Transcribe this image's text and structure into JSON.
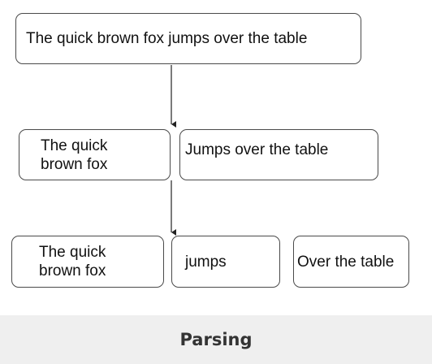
{
  "diagram": {
    "root": {
      "text": "The quick brown fox jumps over the table"
    },
    "level1": [
      {
        "text": "The quick brown fox",
        "lines": [
          "The quick",
          "brown fox"
        ]
      },
      {
        "text": "Jumps over the table"
      }
    ],
    "level2": [
      {
        "text": "The quick brown fox",
        "lines": [
          "The quick",
          "brown fox"
        ]
      },
      {
        "text": "jumps"
      },
      {
        "text": "Over the table"
      }
    ]
  },
  "caption": "Parsing"
}
